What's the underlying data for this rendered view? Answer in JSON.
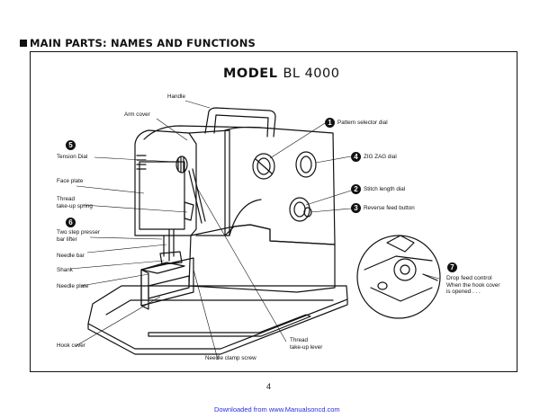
{
  "header": {
    "section_title": "MAIN PARTS: NAMES AND FUNCTIONS"
  },
  "diagram": {
    "model_word": "MODEL",
    "model_code": "BL 4000",
    "labels": {
      "handle": "Handle",
      "arm_cover": "Arm cover",
      "tension_dial": "Tension Dial",
      "face_plate": "Face plate",
      "thread_take_up_spring_1": "Thread",
      "thread_take_up_spring_2": "take-up spring",
      "two_step_presser_1": "Two step presser",
      "two_step_presser_2": "bar lifter",
      "needle_bar": "Needle bar",
      "shank": "Shank",
      "needle_plate": "Needle plate",
      "hook_cover": "Hook cover",
      "needle_clamp_screw": "Needle clamp screw",
      "thread_take_up_lever_1": "Thread",
      "thread_take_up_lever_2": "take-up lever",
      "pattern_selector_dial": "Pattern selector dial",
      "zig_zag_dial": "ZIG ZAG dial",
      "stitch_length_dial": "Stitch length dial",
      "reverse_feed_button": "Reverse feed button",
      "drop_feed_control": "Drop feed control",
      "hook_cover_note_1": "When the hook cover",
      "hook_cover_note_2": "is opened . . ."
    },
    "badges": {
      "pattern": "1",
      "stitch": "2",
      "reverse": "3",
      "zigzag": "4",
      "tension": "5",
      "presser": "6",
      "drop": "7"
    }
  },
  "footer": {
    "page_number": "4",
    "download_link": "Downloaded from www.Manualsoncd.com"
  }
}
